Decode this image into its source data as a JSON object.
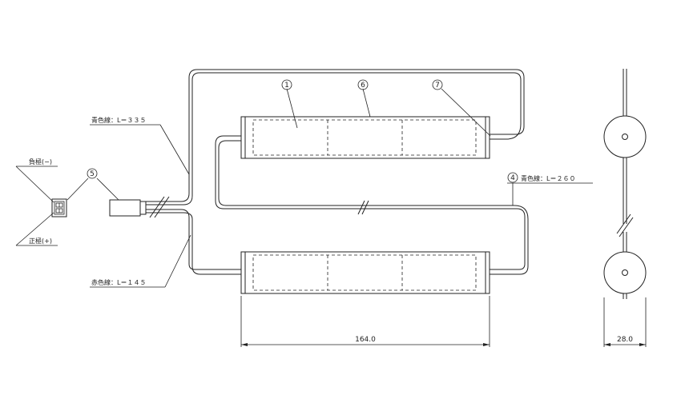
{
  "labels": {
    "negative": "負極(−)",
    "positive": "正極(+)",
    "blue_wire_1": "青色線：L＝３３５",
    "red_wire": "赤色線：L＝１４５",
    "blue_wire_2": "青色線：L＝２６０"
  },
  "balloons": {
    "b1": "1",
    "b4": "4",
    "b5": "5",
    "b6": "6",
    "b7": "7"
  },
  "dimensions": {
    "length": "164.0",
    "diameter": "28.0"
  }
}
